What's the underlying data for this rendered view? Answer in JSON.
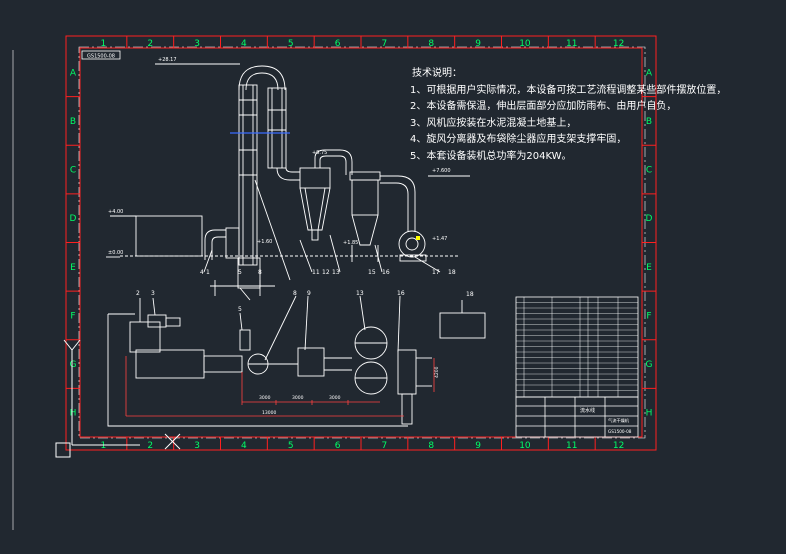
{
  "colors": {
    "background": "#212830",
    "frame": "#ff2020",
    "line": "#ffffff",
    "accent": "#ffff00",
    "tag": "#ff4040",
    "number": "#00ff66",
    "cut": "#3a6cff"
  },
  "border": {
    "columns": [
      "1",
      "2",
      "3",
      "4",
      "5",
      "6",
      "7",
      "8",
      "9",
      "10",
      "11",
      "12"
    ],
    "rows": [
      "A",
      "B",
      "C",
      "D",
      "E",
      "F",
      "G",
      "H"
    ]
  },
  "drawing_code": "GS1500-08",
  "tech_notes": {
    "title": "技术说明：",
    "items": [
      "1、可根据用户实际情况，本设备可按工艺流程调整某些部件摆放位置，",
      "2、本设备需保温，伸出层面部分应加防雨布、由用户自负，",
      "3、风机应按装在水泥混凝土地基上，",
      "4、旋风分离器及布袋除尘器应用支架支撑牢固，",
      "5、本套设备装机总功率为204KW。"
    ]
  },
  "elevations": {
    "top_pipe": "+28.17",
    "cyclone_top": "+9.75",
    "outlet": "+7.600",
    "furnace_top": "+4.00",
    "ground": "±0.00",
    "low_a": "+1.60",
    "low_b": "+1.85",
    "low_c": "+1.47"
  },
  "elevation_callouts": [
    "1",
    "4",
    "5",
    "8",
    "11",
    "12",
    "13",
    "15",
    "16",
    "17",
    "18"
  ],
  "plan_callouts": [
    "2",
    "3",
    "5",
    "8",
    "9",
    "13",
    "16",
    "18"
  ],
  "dimensions": {
    "a": "3000",
    "b": "3000",
    "c": "3000",
    "overall": "13000",
    "vertical": "4200"
  },
  "title_block": {
    "company": "流水线",
    "drawing_name": "气流干燥机",
    "code": "GS1500-08"
  }
}
